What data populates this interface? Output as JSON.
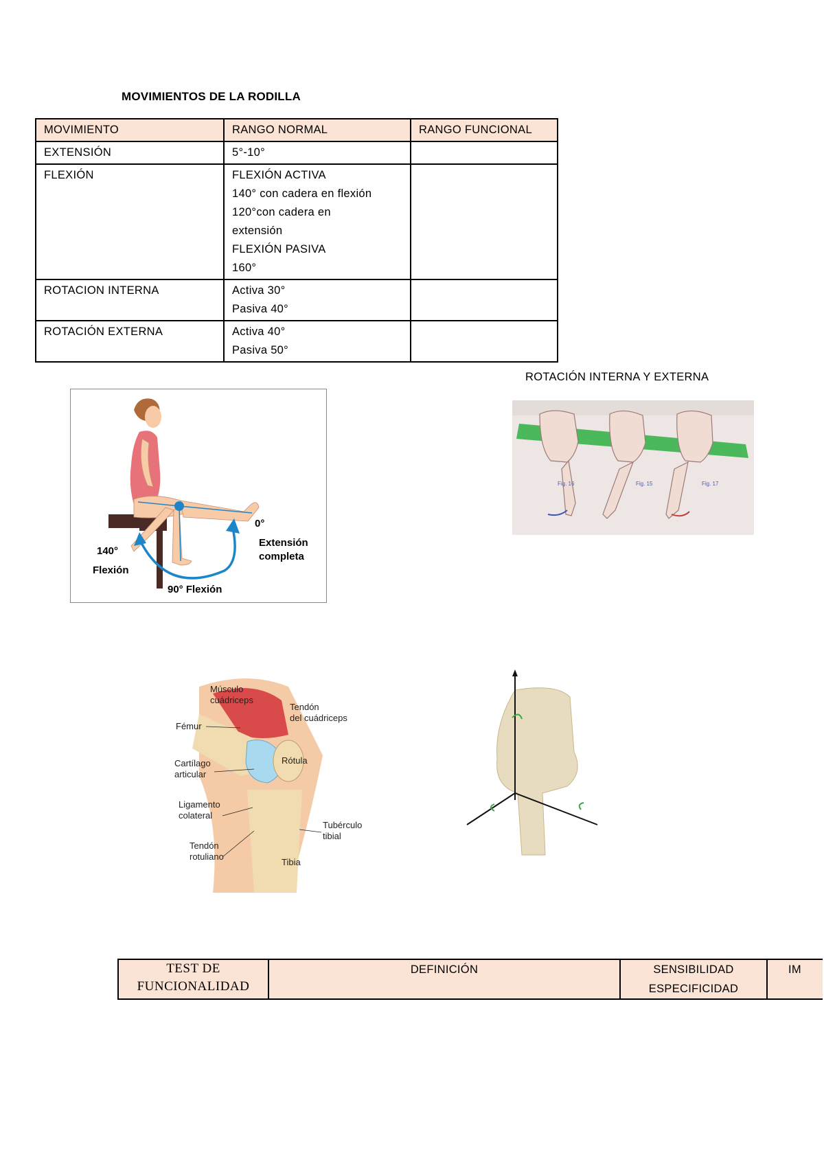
{
  "title": "MOVIMIENTOS DE LA RODILLA",
  "rom_table": {
    "headers": [
      "MOVIMIENTO",
      "RANGO NORMAL",
      "RANGO FUNCIONAL"
    ],
    "rows": [
      {
        "movement": "EXTENSIÓN",
        "normal": [
          "5°-10°"
        ],
        "functional": ""
      },
      {
        "movement": "FLEXIÓN",
        "normal": [
          "FLEXIÓN ACTIVA",
          "140° con cadera en flexión",
          "120°con cadera en",
          "extensión",
          "FLEXIÓN PASIVA",
          "160°"
        ],
        "functional": ""
      },
      {
        "movement": "ROTACION INTERNA",
        "normal": [
          "Activa 30°",
          "Pasiva 40°"
        ],
        "functional": ""
      },
      {
        "movement": "ROTACIÓN EXTERNA",
        "normal": [
          "Activa 40°",
          "Pasiva 50°"
        ],
        "functional": ""
      }
    ]
  },
  "figure_flexion": {
    "label_140": "140°",
    "label_flexion_left": "Flexión",
    "label_0": "0°",
    "label_extension_1": "Extensión",
    "label_extension_2": "completa",
    "label_90": "90° Flexión"
  },
  "rotation_caption": "ROTACIÓN INTERNA Y EXTERNA",
  "figure_rotation": {
    "fig1": "Fig. 16",
    "fig2": "Fig. 15",
    "fig3": "Fig. 17"
  },
  "figure_anatomy": {
    "musculo_1": "Músculo",
    "musculo_2": "cuádriceps",
    "tendon_q_1": "Tendón",
    "tendon_q_2": "del cuádriceps",
    "femur": "Fémur",
    "cartilago_1": "Cartílago",
    "cartilago_2": "articular",
    "rotula": "Rótula",
    "ligamento_1": "Ligamento",
    "ligamento_2": "colateral",
    "tuberculo_1": "Tubérculo",
    "tuberculo_2": "tibial",
    "tendon_r_1": "Tendón",
    "tendon_r_2": "rotuliano",
    "tibia": "Tibia"
  },
  "tests_table": {
    "col1_line1": "TEST DE",
    "col1_line2": "FUNCIONALIDAD",
    "col2": "DEFINICIÓN",
    "col3_line1": "SENSIBILIDAD",
    "col3_line2": "ESPECIFICIDAD",
    "col4": "IM"
  },
  "colors": {
    "header_fill": "#fbe4d5",
    "arrow_blue": "#1d86c8",
    "skin": "#f7caa8",
    "swimsuit": "#e8727a",
    "bench_green": "#4cb85c",
    "axis_green": "#3aa648"
  }
}
